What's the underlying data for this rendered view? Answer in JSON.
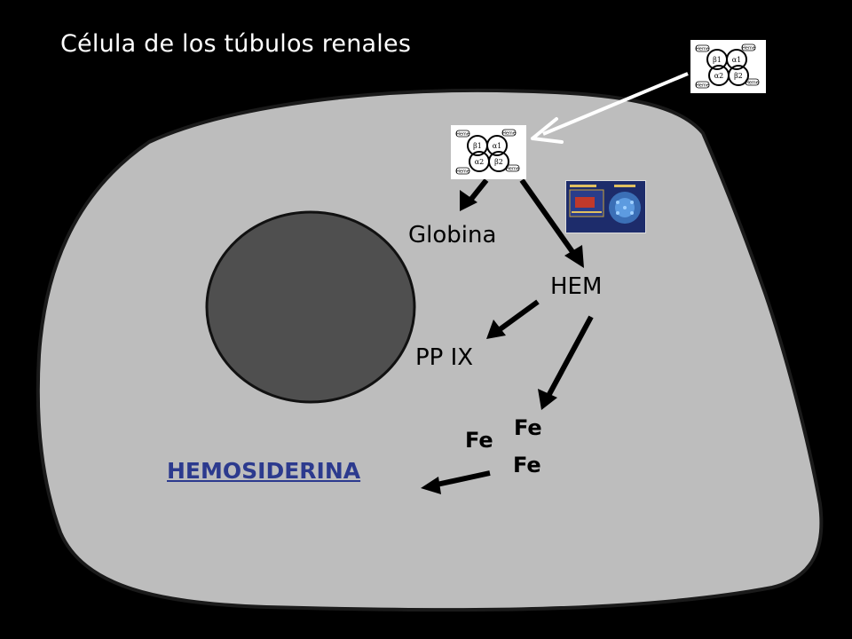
{
  "title": "Célula de los túbulos renales",
  "labels": {
    "globin": "Globina",
    "heme": "HEM",
    "ppix": "PP IX",
    "fe1": "Fe",
    "fe2": "Fe",
    "fe3": "Fe",
    "hemosiderin": "HEMOSIDERINA"
  },
  "hemoglobin_diagram": {
    "heme": "Heme",
    "beta1": "β1",
    "alpha1": "α1",
    "alpha2": "α2",
    "beta2": "β2"
  },
  "colors": {
    "background": "#000000",
    "cell": "#bdbdbd",
    "nucleus": "#4f4f4f",
    "hemosiderin_text": "#2c3a8e"
  }
}
